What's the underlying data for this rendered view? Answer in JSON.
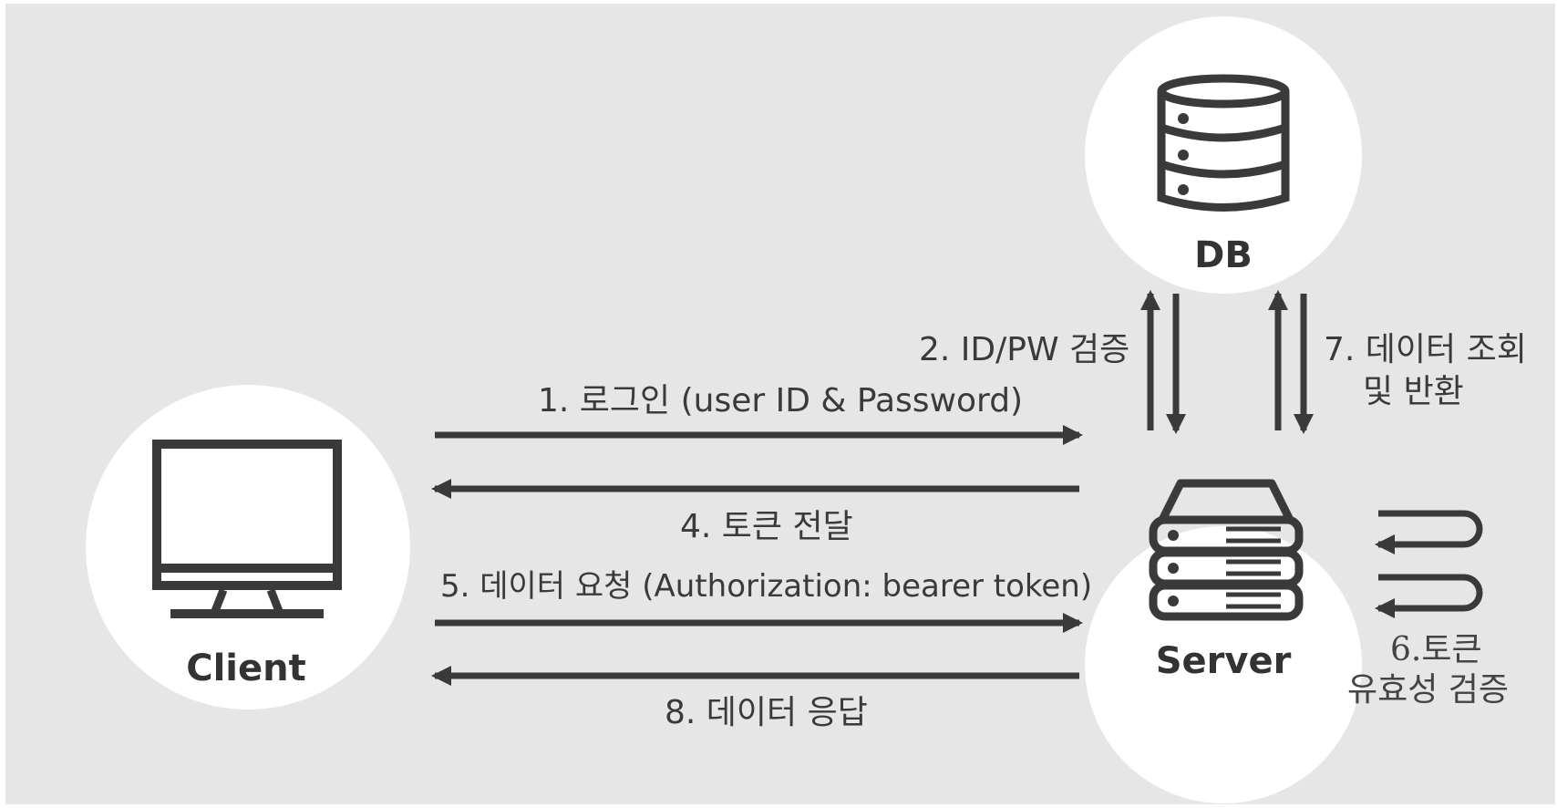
{
  "nodes": {
    "client": "Client",
    "server": "Server",
    "db": "DB"
  },
  "steps": {
    "s1": "1. 로그인 (user ID & Password)",
    "s2": "2. ID/PW 검증",
    "s4": "4. 토큰 전달",
    "s5": "5. 데이터 요청 (Authorization: bearer token)",
    "s6_line1": "6.토큰",
    "s6_line2": "유효성 검증",
    "s7_line1": "7. 데이터 조회",
    "s7_line2": "및 반환",
    "s8": "8. 데이터 응답"
  },
  "colors": {
    "background": "#e6e6e6",
    "circle": "#ffffff",
    "ink": "#3a3a3a"
  },
  "icons": {
    "client": "monitor-icon",
    "server": "server-rack-icon",
    "db": "database-icon"
  }
}
